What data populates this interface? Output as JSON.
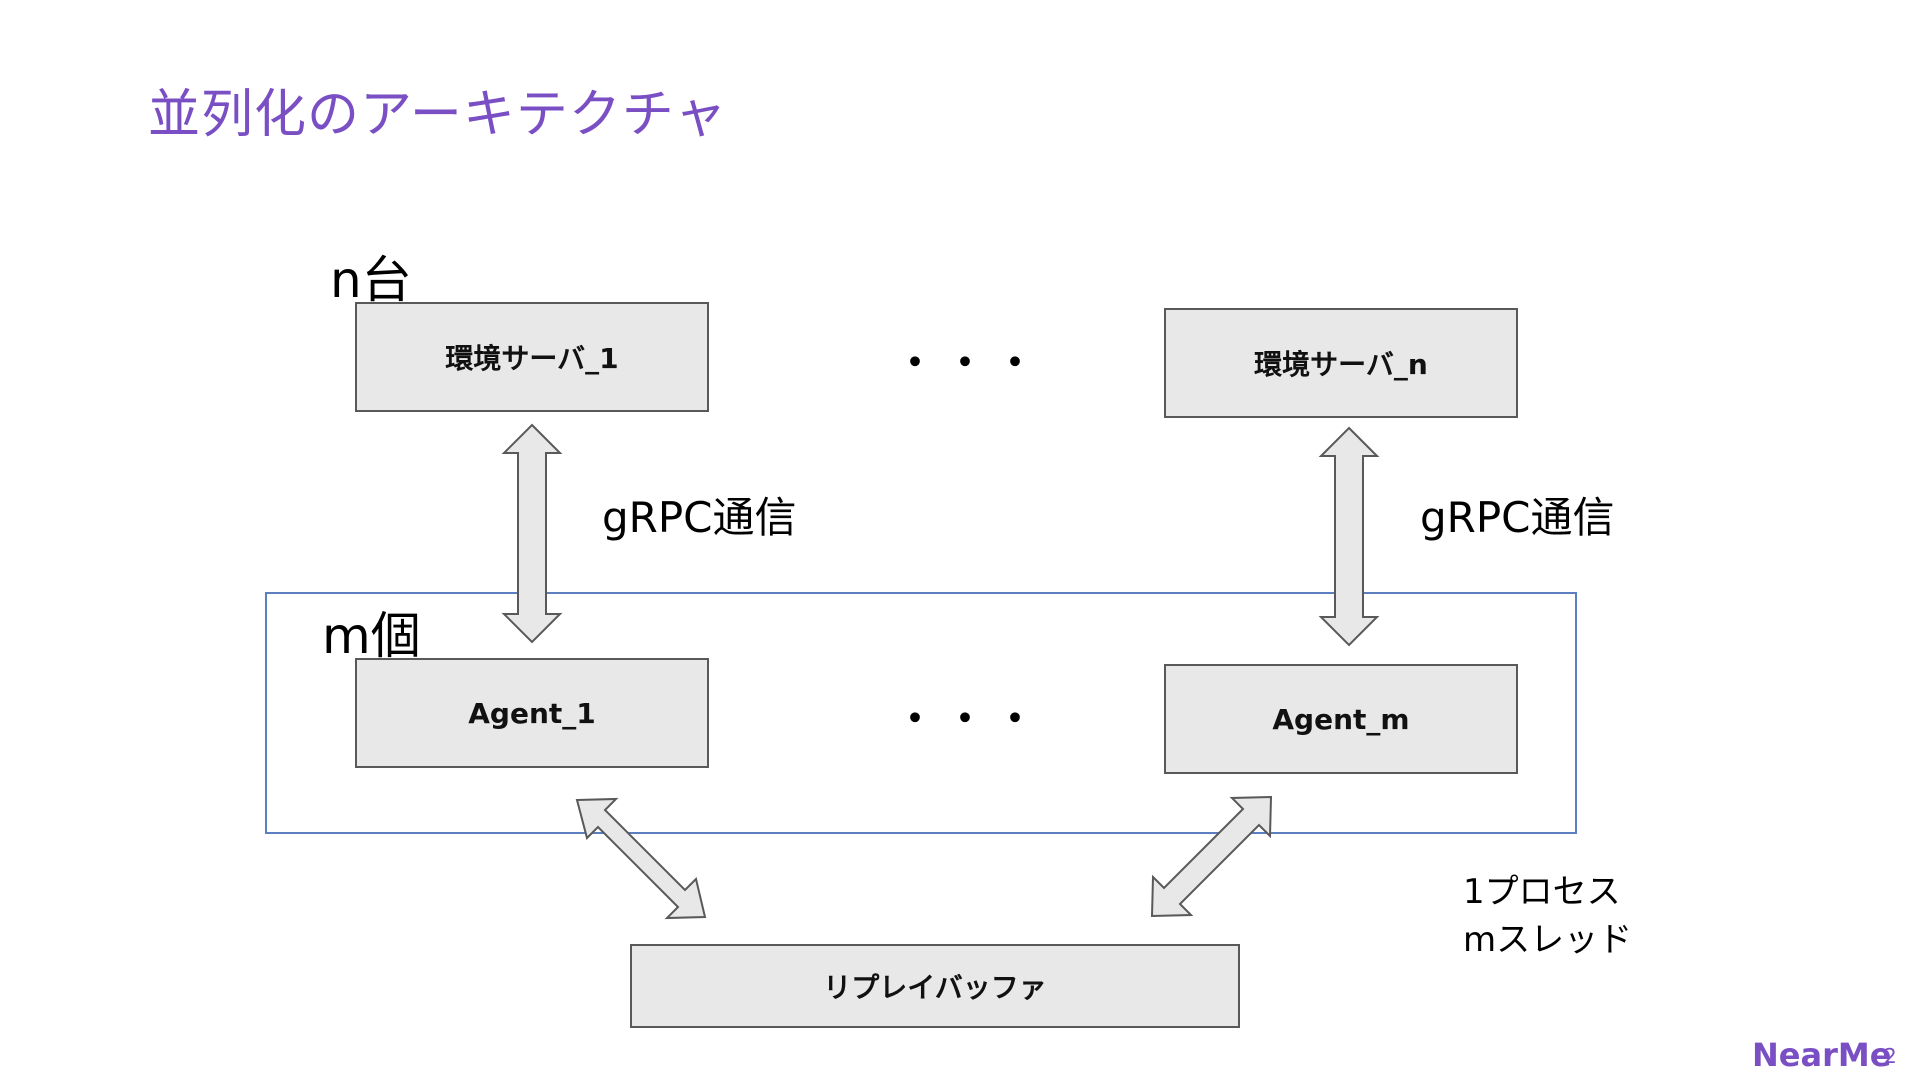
{
  "title": "並列化のアーキテクチャ",
  "labels": {
    "n_count": "n台",
    "m_count": "m個",
    "grpc_left": "gRPC通信",
    "grpc_right": "gRPC通信",
    "process_line1": "1プロセス",
    "process_line2": "mスレッド",
    "dots_top": "・・・",
    "dots_mid": "・・・"
  },
  "boxes": {
    "env_server_1": "環境サーバ_1",
    "env_server_n": "環境サーバ_n",
    "agent_1": "Agent_1",
    "agent_m": "Agent_m",
    "replay_buffer": "リプレイバッファ"
  },
  "footer": {
    "logo": "NearMe",
    "page_number": "2"
  },
  "colors": {
    "accent": "#7a4fc4",
    "box_fill": "#e8e8e8",
    "box_border": "#595959",
    "container_border": "#5b7fbf"
  }
}
